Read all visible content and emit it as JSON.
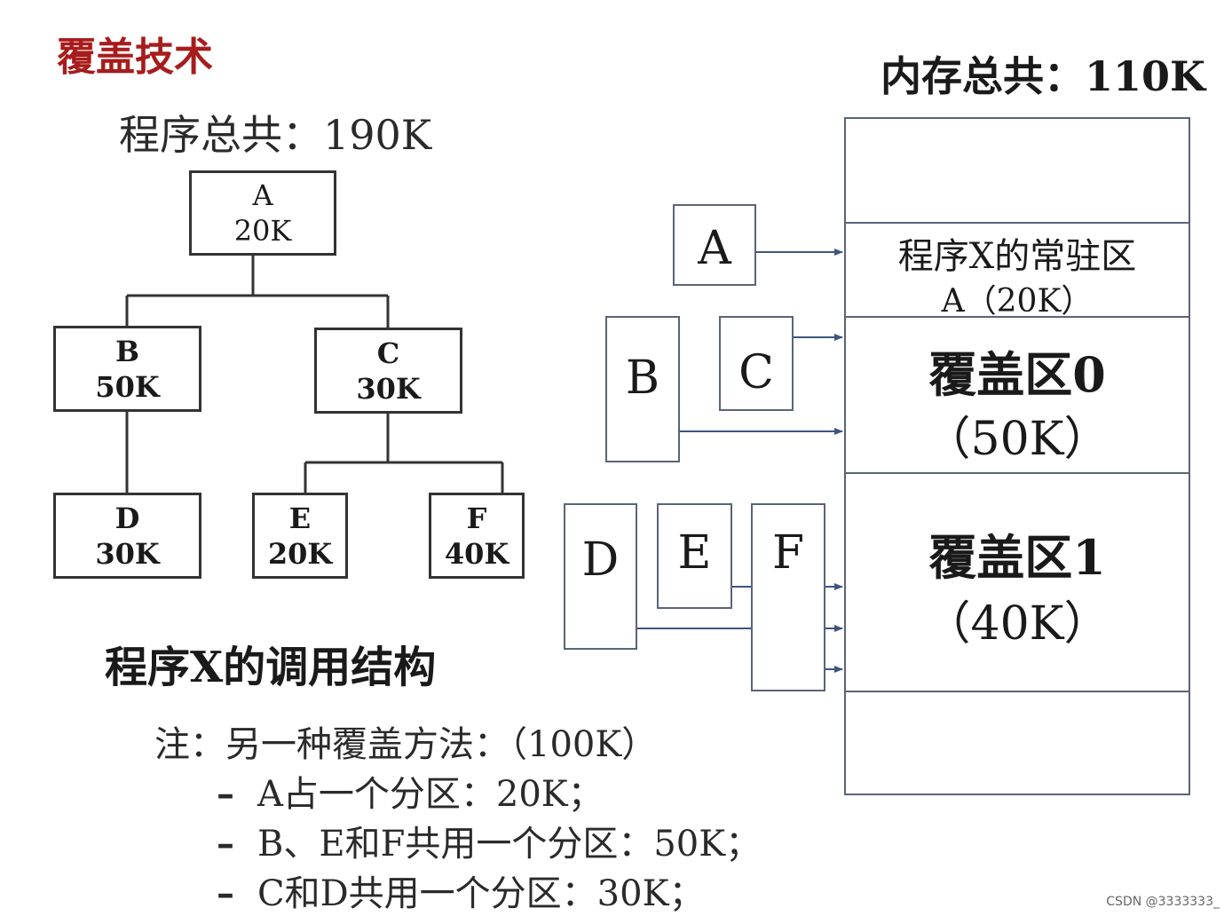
{
  "title": "覆盖技术",
  "program_total": "程序总共：190K",
  "memory_total": "内存总共：110K",
  "tree": {
    "caption": "程序X的调用结构",
    "nodes": [
      {
        "id": "A",
        "label": "A",
        "size": "20K"
      },
      {
        "id": "B",
        "label": "B",
        "size": "50K"
      },
      {
        "id": "C",
        "label": "C",
        "size": "30K"
      },
      {
        "id": "D",
        "label": "D",
        "size": "30K"
      },
      {
        "id": "E",
        "label": "E",
        "size": "20K"
      },
      {
        "id": "F",
        "label": "F",
        "size": "40K"
      }
    ]
  },
  "memory": {
    "regions": [
      {
        "line1": "程序X的常驻区",
        "line2": "A（20K）"
      },
      {
        "line1": "覆盖区0",
        "line2": "（50K）"
      },
      {
        "line1": "覆盖区1",
        "line2": "（40K）"
      }
    ],
    "modules": [
      "A",
      "B",
      "C",
      "D",
      "E",
      "F"
    ]
  },
  "note": {
    "heading": "注：另一种覆盖方法：（100K）",
    "items": [
      "A占一个分区：20K；",
      "B、E和F共用一个分区：50K；",
      "C和D共用一个分区：30K；"
    ],
    "bullet": "–"
  },
  "watermark": "CSDN @3333333_",
  "colors": {
    "title": "#a81c1c",
    "tree_border": "#333333",
    "memory_border": "#5a6478",
    "arrow": "#3d5580"
  }
}
